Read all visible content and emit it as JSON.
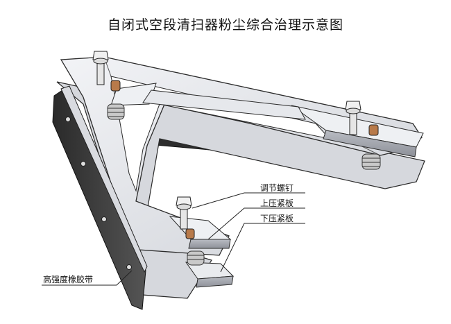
{
  "title": "自闭式空段清扫器粉尘综合治理示意图",
  "callouts": [
    {
      "id": "adjusting-screw",
      "label": "调节螺钉"
    },
    {
      "id": "upper-plate",
      "label": "上压紧板"
    },
    {
      "id": "lower-plate",
      "label": "下压紧板"
    },
    {
      "id": "rubber-belt",
      "label": "高强度橡胶带"
    }
  ],
  "colors": {
    "frame": "#dfe1e6",
    "frame_stroke": "#2b2b2b",
    "rubber": "#3a3a3a",
    "spring": "#c9c9c9",
    "bolt": "#e8e8e8",
    "nut": "#b87a4a"
  }
}
